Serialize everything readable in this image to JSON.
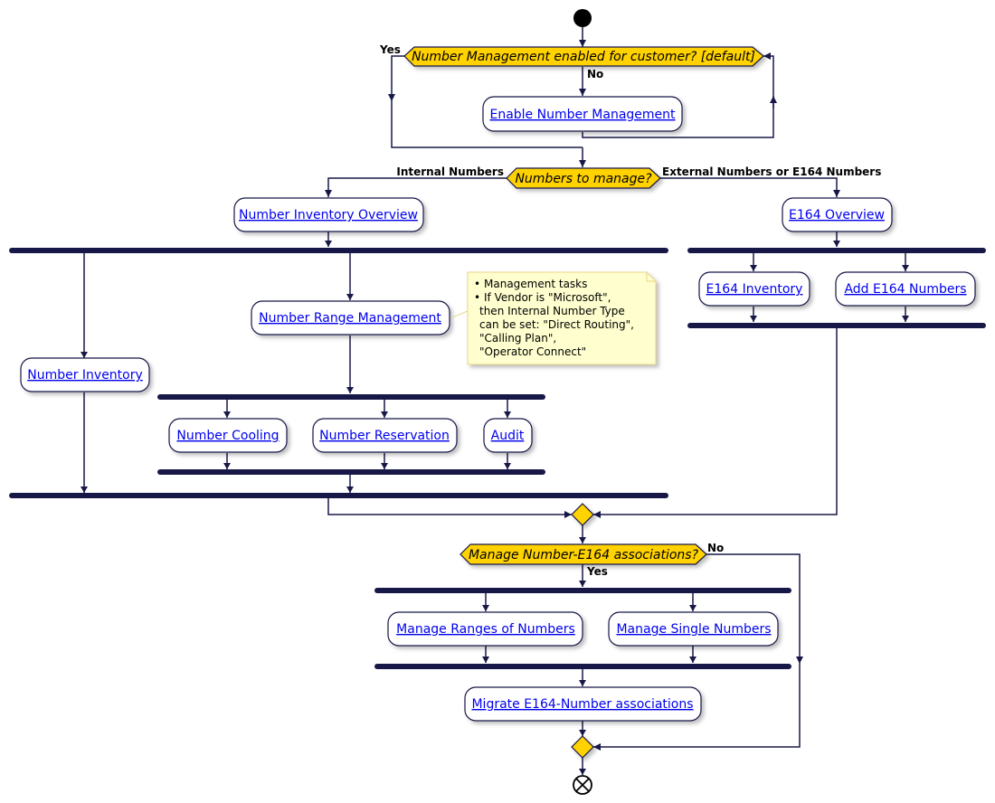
{
  "colors": {
    "line": "#181848",
    "decision_fill": "#ffd200",
    "activity_fill": "#ffffff",
    "link": "#0000ee",
    "note_fill": "#fefece",
    "note_border": "#e8d68a"
  },
  "decisions": {
    "enabled": {
      "text": "Number Management enabled for customer? [default]",
      "yes": "Yes",
      "no": "No"
    },
    "manage": {
      "text": "Numbers to manage?",
      "left": "Internal Numbers",
      "right": "External Numbers or E164 Numbers"
    },
    "assoc": {
      "text": "Manage Number-E164 associations?",
      "no": "No",
      "yes": "Yes"
    }
  },
  "activities": {
    "enable_nm": "Enable Number Management",
    "inventory_overview": "Number Inventory Overview",
    "e164_overview": "E164 Overview",
    "e164_inventory": "E164 Inventory",
    "add_e164": "Add E164 Numbers",
    "range_mgmt": "Number Range Management",
    "number_inventory": "Number Inventory",
    "cooling": "Number Cooling",
    "reservation": "Number Reservation",
    "audit": "Audit",
    "manage_ranges": "Manage Ranges of Numbers",
    "manage_single": "Manage Single Numbers",
    "migrate": "Migrate E164-Number associations"
  },
  "note": {
    "line1": "Management tasks",
    "line2": "If Vendor is \"Microsoft\",",
    "line3": "then Internal Number Type",
    "line4": "can be set: \"Direct Routing\",",
    "line5": "\"Calling Plan\",",
    "line6": "\"Operator Connect\""
  }
}
